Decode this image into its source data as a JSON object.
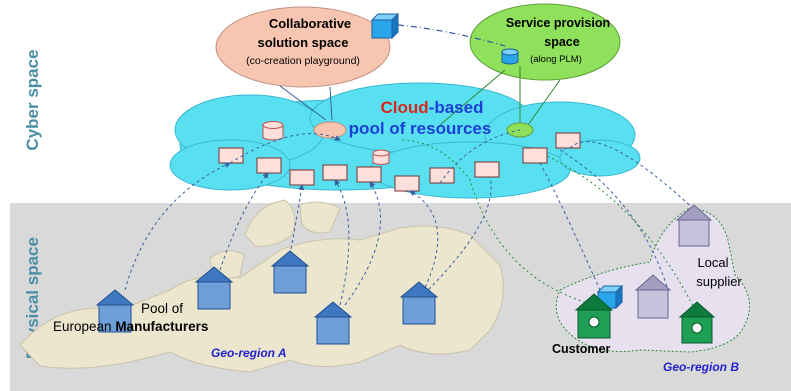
{
  "labels": {
    "cyber_space": "Cyber space",
    "physical_space": "Physical space",
    "collab_line1": "Collaborative",
    "collab_line2": "solution space",
    "collab_sub": "(co-creation playground)",
    "service_line1": "Service provision",
    "service_line2": "space",
    "service_sub": "(along PLM)",
    "cloud_word": "Cloud",
    "cloud_based": "-based",
    "cloud_pool": "pool of resources",
    "pool_of": "Pool of",
    "european": "European ",
    "manufacturers": "Manufacturers",
    "geo_a": "Geo-region A",
    "geo_b": "Geo-region B",
    "customer": "Customer",
    "local": "Local",
    "supplier": "supplier"
  },
  "colors": {
    "band_cyber": "#ffffff",
    "band_physical": "#d9d9d9",
    "band_label": "#4a8fa6",
    "collab_fill": "#f8c6b0",
    "service_fill": "#8fe05a",
    "cloud_fill": "#59e0f0",
    "resource_box": "#fde0dc",
    "house_blue": "#6f9fd8",
    "house_green": "#1f9f55",
    "house_lavender": "#c7c3dd",
    "cloud_red": "#d6281f",
    "cloud_blue": "#1c3fd8",
    "geo_label": "#2222cc",
    "europe_fill": "#ece6cf",
    "region_b_fill": "#e6e0ef"
  },
  "icons": [
    "cube-icon",
    "database-icon",
    "house-icon",
    "node-ellipse-icon"
  ]
}
